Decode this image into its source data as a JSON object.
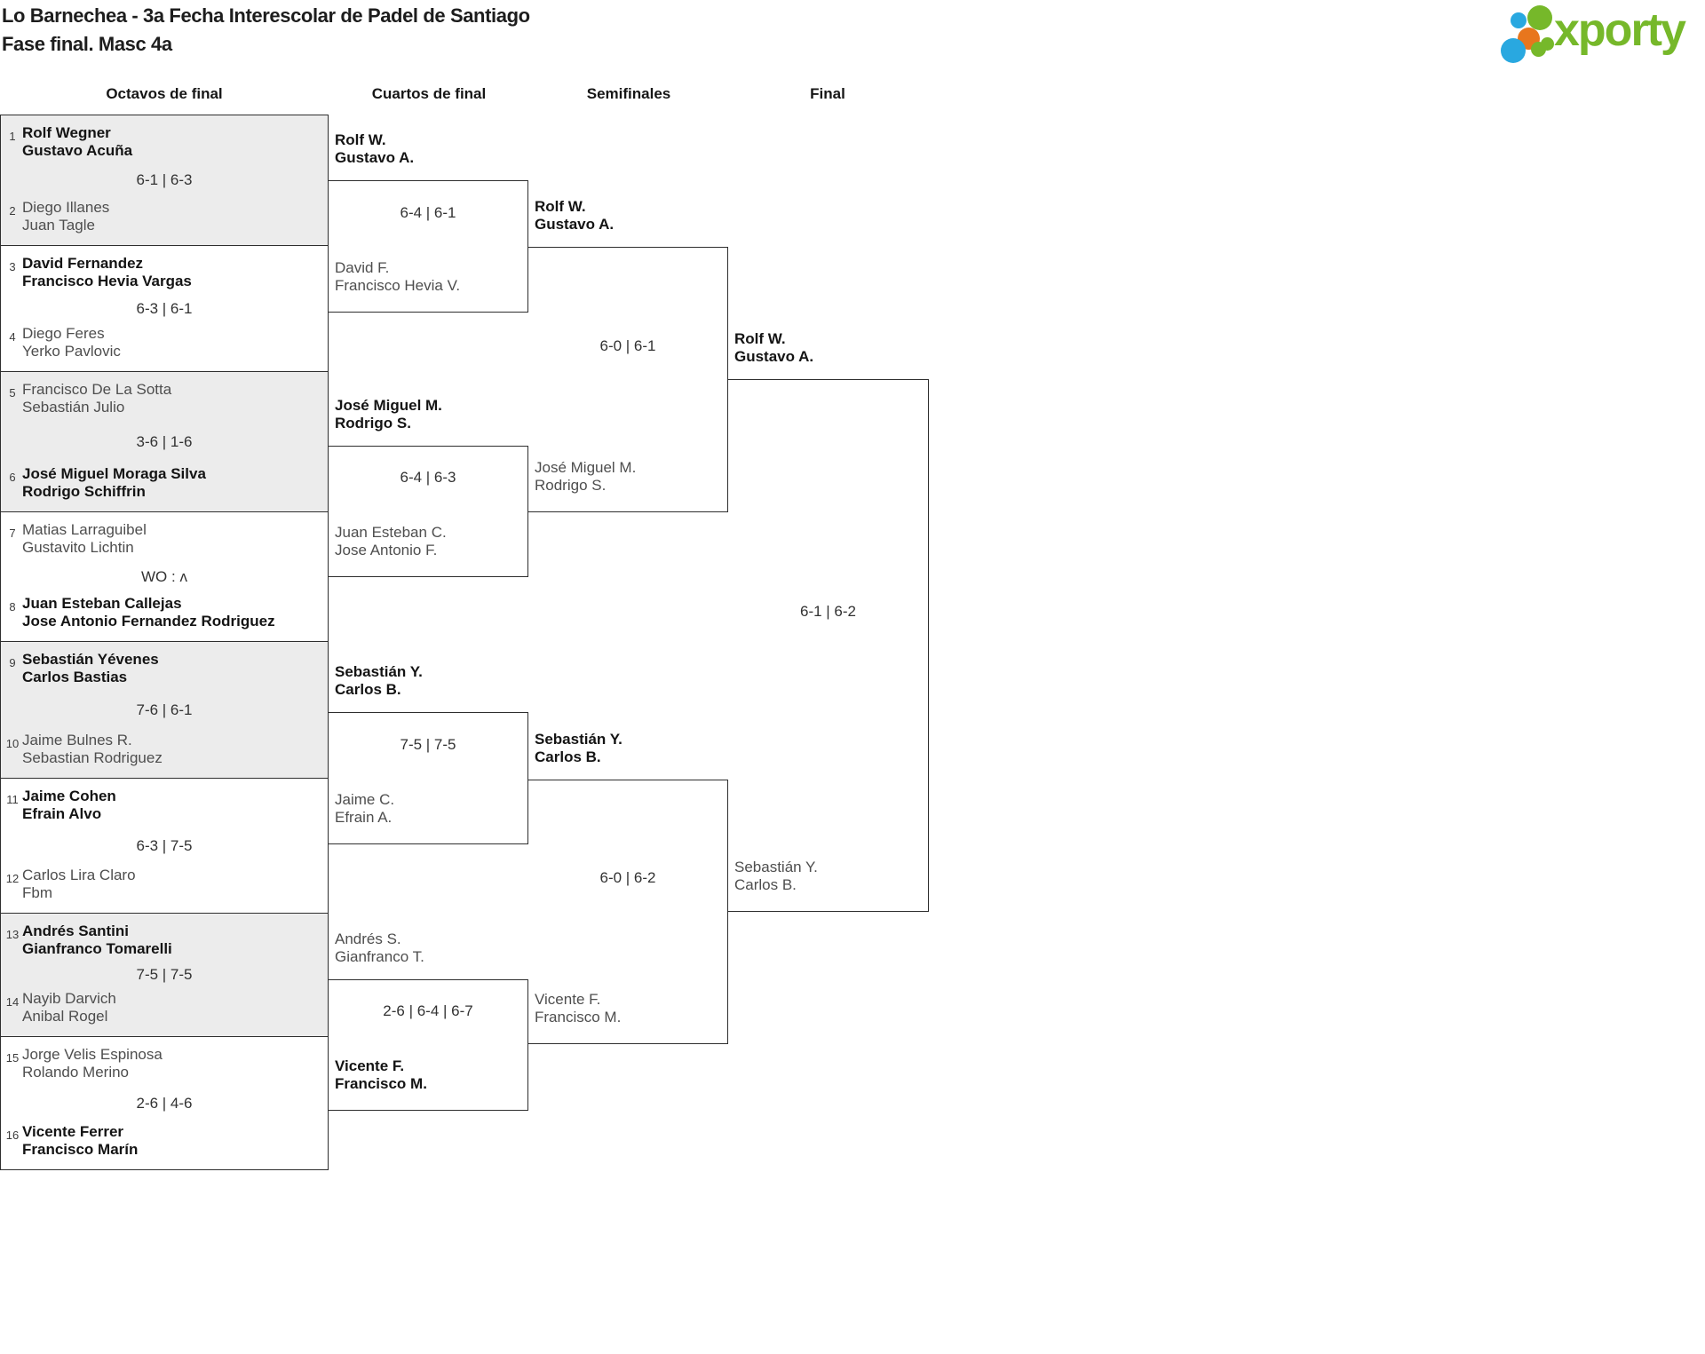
{
  "page": {
    "title_line1": "Lo Barnechea - 3a Fecha Interescolar de Padel de Santiago",
    "title_line2": "Fase final. Masc 4a"
  },
  "logo": {
    "brand": "xporty",
    "colors": {
      "green": "#76b82a",
      "blue": "#29a8e0",
      "orange": "#e8761d"
    }
  },
  "bracket": {
    "rounds": [
      {
        "label": "Octavos de final",
        "matches": [
          {
            "top": {
              "seed": "1",
              "players": [
                "Rolf Wegner",
                "Gustavo Acuña"
              ],
              "winner": true
            },
            "score": "6-1 | 6-3",
            "bottom": {
              "seed": "2",
              "players": [
                "Diego Illanes",
                "Juan Tagle"
              ],
              "winner": false
            }
          },
          {
            "top": {
              "seed": "3",
              "players": [
                "David Fernandez",
                "Francisco Hevia Vargas"
              ],
              "winner": true
            },
            "score": "6-3 | 6-1",
            "bottom": {
              "seed": "4",
              "players": [
                "Diego Feres",
                "Yerko Pavlovic"
              ],
              "winner": false
            }
          },
          {
            "top": {
              "seed": "5",
              "players": [
                "Francisco De La Sotta",
                "Sebastián Julio"
              ],
              "winner": false
            },
            "score": "3-6 | 1-6",
            "bottom": {
              "seed": "6",
              "players": [
                "José Miguel Moraga Silva",
                "Rodrigo Schiffrin"
              ],
              "winner": true
            }
          },
          {
            "top": {
              "seed": "7",
              "players": [
                "Matias Larraguibel",
                "Gustavito Lichtin"
              ],
              "winner": false
            },
            "score": "WO : ʌ",
            "bottom": {
              "seed": "8",
              "players": [
                "Juan Esteban Callejas",
                "Jose Antonio Fernandez Rodriguez"
              ],
              "winner": true
            }
          },
          {
            "top": {
              "seed": "9",
              "players": [
                "Sebastián Yévenes",
                "Carlos Bastias"
              ],
              "winner": true
            },
            "score": "7-6 | 6-1",
            "bottom": {
              "seed": "10",
              "players": [
                "Jaime Bulnes R.",
                "Sebastian Rodriguez"
              ],
              "winner": false
            }
          },
          {
            "top": {
              "seed": "11",
              "players": [
                "Jaime Cohen",
                "Efrain Alvo"
              ],
              "winner": true
            },
            "score": "6-3 | 7-5",
            "bottom": {
              "seed": "12",
              "players": [
                "Carlos Lira Claro",
                "Fbm"
              ],
              "winner": false
            }
          },
          {
            "top": {
              "seed": "13",
              "players": [
                "Andrés Santini",
                "Gianfranco Tomarelli"
              ],
              "winner": true
            },
            "score": "7-5 | 7-5",
            "bottom": {
              "seed": "14",
              "players": [
                "Nayib Darvich",
                "Anibal Rogel"
              ],
              "winner": false
            }
          },
          {
            "top": {
              "seed": "15",
              "players": [
                "Jorge Velis Espinosa",
                "Rolando Merino"
              ],
              "winner": false
            },
            "score": "2-6 | 4-6",
            "bottom": {
              "seed": "16",
              "players": [
                "Vicente Ferrer",
                "Francisco Marín"
              ],
              "winner": true
            }
          }
        ]
      },
      {
        "label": "Cuartos de final",
        "matches": [
          {
            "top": {
              "players": [
                "Rolf W.",
                "Gustavo A."
              ],
              "winner": true
            },
            "score": "6-4 | 6-1",
            "bottom": {
              "players": [
                "David F.",
                "Francisco Hevia V."
              ],
              "winner": false
            }
          },
          {
            "top": {
              "players": [
                "José Miguel M.",
                "Rodrigo S."
              ],
              "winner": true
            },
            "score": "6-4 | 6-3",
            "bottom": {
              "players": [
                "Juan Esteban C.",
                "Jose Antonio F."
              ],
              "winner": false
            }
          },
          {
            "top": {
              "players": [
                "Sebastián Y.",
                "Carlos B."
              ],
              "winner": true
            },
            "score": "7-5 | 7-5",
            "bottom": {
              "players": [
                "Jaime C.",
                "Efrain A."
              ],
              "winner": false
            }
          },
          {
            "top": {
              "players": [
                "Andrés S.",
                "Gianfranco T."
              ],
              "winner": false
            },
            "score": "2-6 | 6-4 | 6-7",
            "bottom": {
              "players": [
                "Vicente F.",
                "Francisco M."
              ],
              "winner": true
            }
          }
        ]
      },
      {
        "label": "Semifinales",
        "matches": [
          {
            "top": {
              "players": [
                "Rolf W.",
                "Gustavo A."
              ],
              "winner": true
            },
            "score": "6-0 | 6-1",
            "bottom": {
              "players": [
                "José Miguel M.",
                "Rodrigo S."
              ],
              "winner": false
            }
          },
          {
            "top": {
              "players": [
                "Sebastián Y.",
                "Carlos B."
              ],
              "winner": true
            },
            "score": "6-0 | 6-2",
            "bottom": {
              "players": [
                "Vicente F.",
                "Francisco M."
              ],
              "winner": false
            }
          }
        ]
      },
      {
        "label": "Final",
        "matches": [
          {
            "top": {
              "players": [
                "Rolf W.",
                "Gustavo A."
              ],
              "winner": true
            },
            "score": "6-1 | 6-2",
            "bottom": {
              "players": [
                "Sebastián Y.",
                "Carlos B."
              ],
              "winner": false
            }
          }
        ]
      }
    ]
  }
}
